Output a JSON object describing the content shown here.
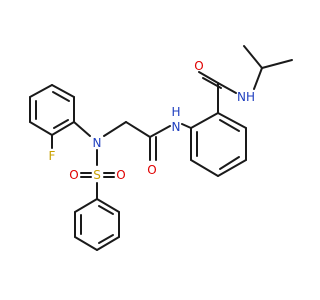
{
  "molecule": {
    "atoms": {
      "amide_o": {
        "text": "O",
        "color": "#e00000"
      },
      "amide_nh": {
        "text": "NH",
        "color": "#1f3fbf"
      },
      "anilide_h": {
        "text": "H",
        "color": "#1f3fbf"
      },
      "anilide_n": {
        "text": "N",
        "color": "#1f3fbf"
      },
      "carbonyl_o": {
        "text": "O",
        "color": "#e00000"
      },
      "sulfonamide_n": {
        "text": "N",
        "color": "#1f3fbf"
      },
      "fluorine": {
        "text": "F",
        "color": "#c8a000"
      },
      "sulfur": {
        "text": "S",
        "color": "#c8a000"
      },
      "sulfonyl_o_left": {
        "text": "O",
        "color": "#e00000"
      },
      "sulfonyl_o_right": {
        "text": "O",
        "color": "#e00000"
      }
    }
  }
}
